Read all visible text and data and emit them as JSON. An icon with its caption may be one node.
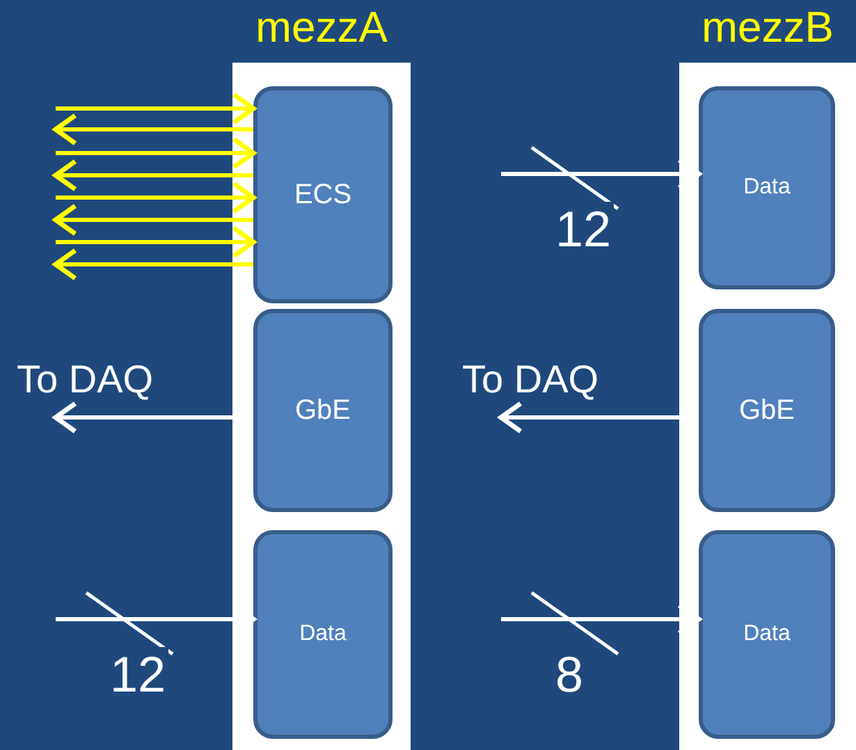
{
  "diagram": {
    "nodes": [
      {
        "text": [
          "mezzA"
        ]
      },
      {
        "text": [
          "ECS"
        ],
        "in": 0
      },
      {
        "text": [
          "GbE"
        ],
        "in": 0
      },
      {
        "text": [
          "Data"
        ],
        "in": 0
      },
      {
        "text": [
          "mezzB"
        ]
      },
      {
        "text": [
          "Data"
        ],
        "in": 4
      },
      {
        "text": [
          "GbE"
        ],
        "in": 4
      },
      {
        "text": [
          "Data"
        ],
        "in": 4
      },
      {
        "text": [
          "To DAQ"
        ]
      },
      {
        "text": [
          "To DAQ"
        ]
      }
    ],
    "edges": [
      {
        "from": null,
        "to": 1,
        "arrow": "to",
        "color": "#ffff00"
      },
      {
        "from": 1,
        "to": null,
        "arrow": "to",
        "color": "#ffff00"
      },
      {
        "from": null,
        "to": 1,
        "arrow": "to",
        "color": "#ffff00"
      },
      {
        "from": 1,
        "to": null,
        "arrow": "to",
        "color": "#ffff00"
      },
      {
        "from": null,
        "to": 1,
        "arrow": "to",
        "color": "#ffff00"
      },
      {
        "from": 1,
        "to": null,
        "arrow": "to",
        "color": "#ffff00"
      },
      {
        "from": null,
        "to": 1,
        "arrow": "to",
        "color": "#ffff00"
      },
      {
        "from": 1,
        "to": null,
        "arrow": "to",
        "color": "#ffff00"
      },
      {
        "from": 2,
        "to": 8,
        "arrow": "to",
        "color": "#ffffff"
      },
      {
        "from": null,
        "to": 3,
        "label": "12",
        "arrow": "to",
        "color": "#ffffff"
      },
      {
        "from": null,
        "to": 5,
        "label": "12",
        "arrow": "to",
        "color": "#ffffff"
      },
      {
        "from": 6,
        "to": 9,
        "arrow": "to",
        "color": "#ffffff"
      },
      {
        "from": null,
        "to": 7,
        "label": "8",
        "arrow": "to",
        "color": "#ffffff"
      }
    ]
  }
}
